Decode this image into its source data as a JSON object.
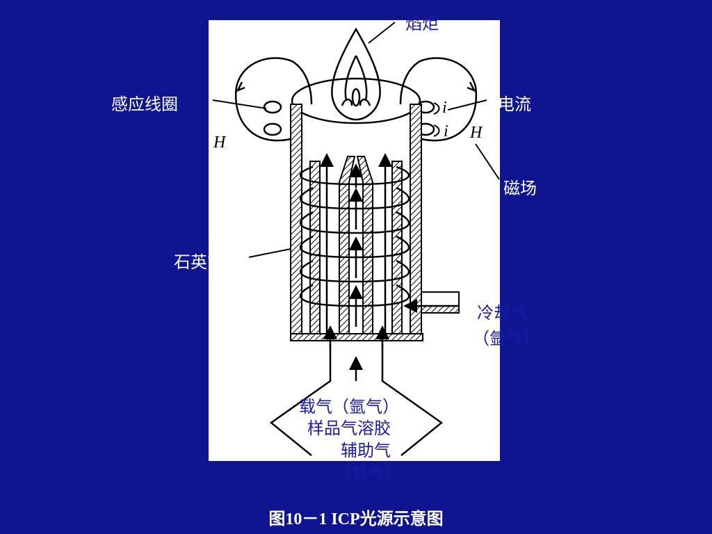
{
  "labels": {
    "flame": "焰炬",
    "induction_coil": "感应线圈",
    "current": "电流",
    "magnetic_field": "磁场",
    "quartz_tube": "石英管",
    "cooling_gas": "冷却气",
    "cooling_gas_argon": "（氩气）",
    "carrier_gas": "载气（氩气）",
    "sample_aerosol": "样品气溶胶",
    "auxiliary_gas": "辅助气",
    "auxiliary_gas_argon": "（氩气）",
    "h_left": "H",
    "h_right": "H",
    "i_top": "i",
    "i_bottom": "i"
  },
  "caption": "图10－1 ICP光源示意图",
  "colors": {
    "background": "#0f1490",
    "panel": "#ffffff",
    "label_blue": "#1a1aa8"
  }
}
